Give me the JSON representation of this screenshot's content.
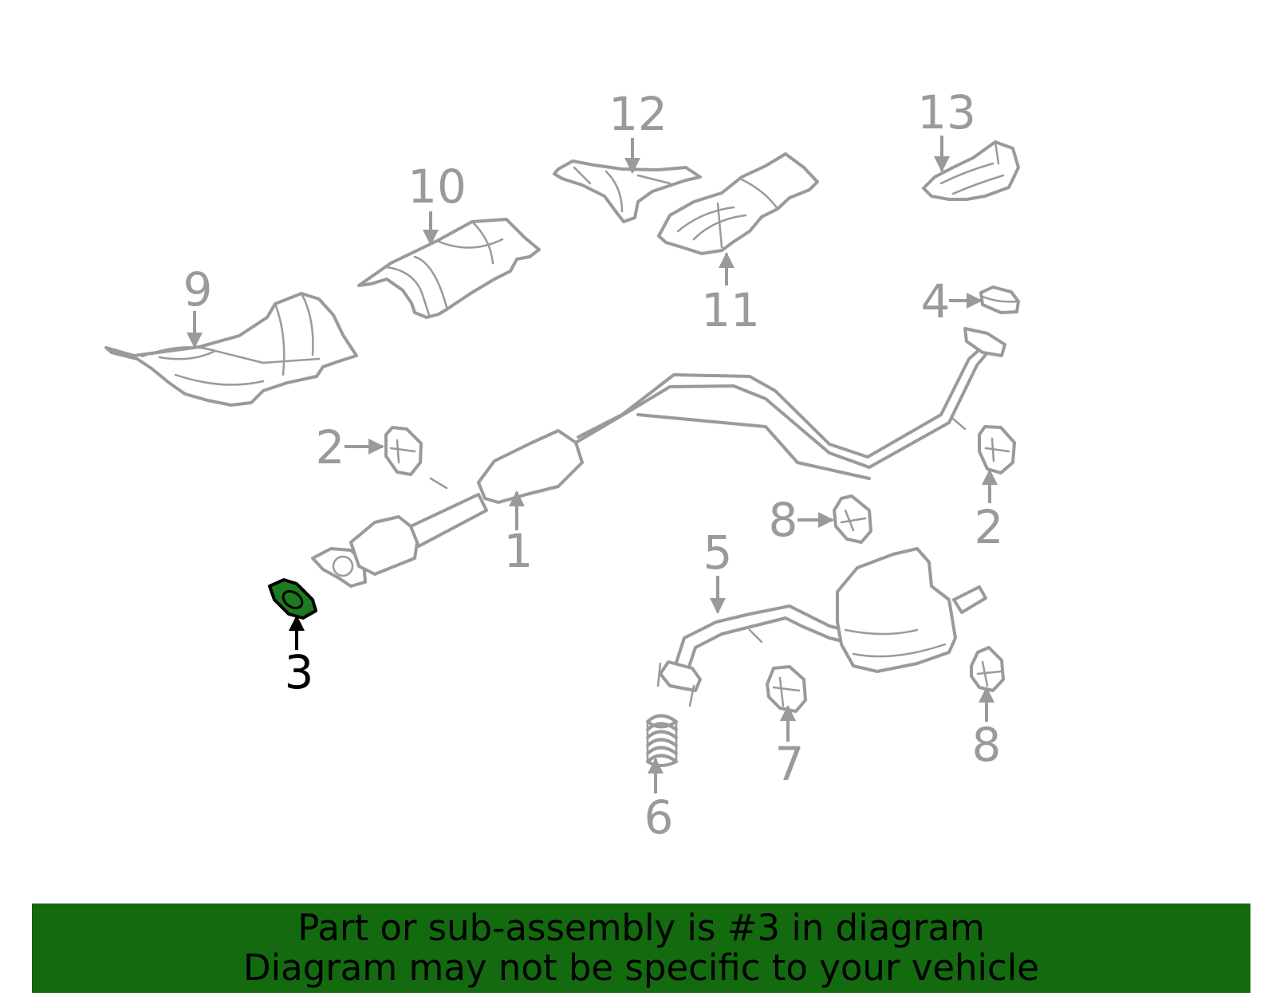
{
  "callouts": {
    "part_1": "1",
    "part_2a": "2",
    "part_2b": "2",
    "part_3": "3",
    "part_4": "4",
    "part_5": "5",
    "part_6": "6",
    "part_7": "7",
    "part_8a": "8",
    "part_8b": "8",
    "part_9": "9",
    "part_10": "10",
    "part_11": "11",
    "part_12": "12",
    "part_13": "13"
  },
  "highlighted_part": "3",
  "colors": {
    "line_art": "#9a9a9a",
    "highlight_fill": "#1e7a1e",
    "highlight_label": "#000000",
    "banner_background": "#136a0f",
    "banner_text": "#000000"
  },
  "banner": {
    "line1": "Part or sub-assembly is #3 in diagram",
    "line2": "Diagram may not be specific to your vehicle"
  }
}
